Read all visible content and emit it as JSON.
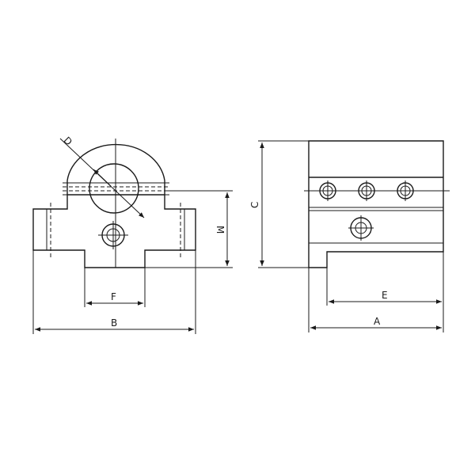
{
  "dimensions": {
    "a": "A",
    "b": "B",
    "c": "C",
    "d": "D",
    "e": "E",
    "f": "F",
    "m": "M"
  },
  "colors": {
    "line": "#1a1a1a",
    "background": "#ffffff"
  }
}
